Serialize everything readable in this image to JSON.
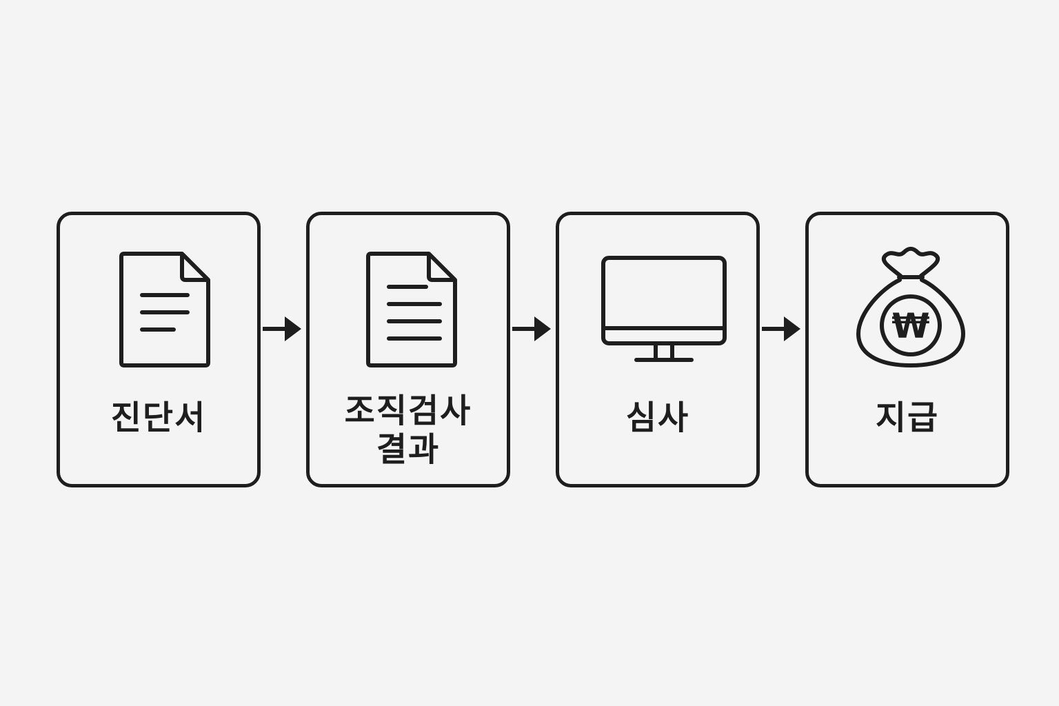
{
  "steps": [
    {
      "label": "진단서",
      "icon": "document-icon"
    },
    {
      "label": "조직검사\n결과",
      "icon": "document-icon"
    },
    {
      "label": "심사",
      "icon": "monitor-icon"
    },
    {
      "label": "지급",
      "icon": "money-bag-icon"
    }
  ],
  "money_symbol": "₩",
  "colors": {
    "stroke": "#1e1e1e",
    "background": "#f4f4f4"
  }
}
